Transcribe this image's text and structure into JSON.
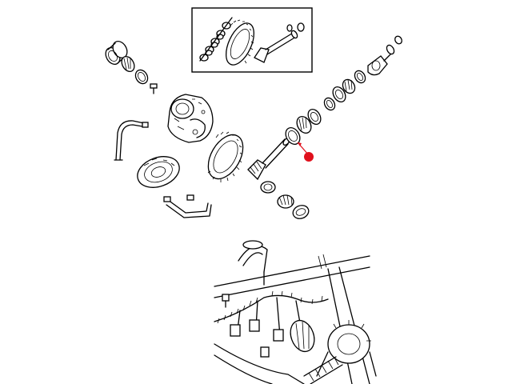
{
  "diagram": {
    "kind": "exploded-parts-illustration",
    "subject": "differential-and-pinion-assembly",
    "inset": "ring-and-pinion-gear-set",
    "vehicle_view": "rear-axle-installed",
    "labels": []
  },
  "callout": {
    "part": "pinion-bearing-shim",
    "marker_color": "#e0101c"
  },
  "colors": {
    "line": "#000000",
    "background": "#ffffff"
  }
}
